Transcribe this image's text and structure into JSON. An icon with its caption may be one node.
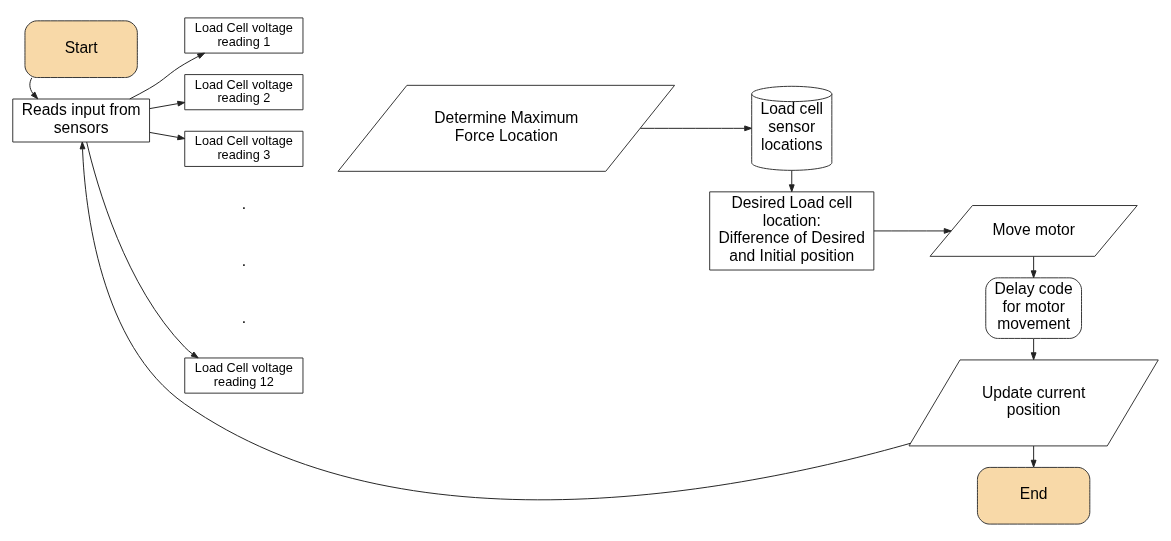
{
  "diagram": {
    "nodes": [
      {
        "text": [
          "Start"
        ]
      },
      {
        "text": [
          "End"
        ]
      },
      {
        "text": [
          "Reads input from sensors"
        ]
      },
      {
        "text": [
          "Load Cell voltage reading 1"
        ]
      },
      {
        "text": [
          "Load Cell voltage reading 2"
        ]
      },
      {
        "text": [
          "Load Cell voltage reading 3"
        ]
      },
      {
        "text": [
          "Load Cell voltage reading 12"
        ]
      },
      {
        "text": [
          "Determine Maximum Force Location"
        ]
      },
      {
        "text": [
          "Load cell sensor locations"
        ]
      },
      {
        "text": [
          "Desired Load cell location:",
          "Difference of Desired and Initial position"
        ]
      },
      {
        "text": [
          "Move motor"
        ]
      },
      {
        "text": [
          "Delay code for motor movement"
        ]
      },
      {
        "text": [
          "Update current position"
        ]
      }
    ],
    "edges": [
      {
        "from": 0,
        "to": 2,
        "arrow": "to"
      },
      {
        "from": 12,
        "to": 2,
        "arrow": "to"
      },
      {
        "from": 2,
        "to": 3,
        "arrow": "to"
      },
      {
        "from": 2,
        "to": 4,
        "arrow": "to"
      },
      {
        "from": 2,
        "to": 5,
        "arrow": "to"
      },
      {
        "from": 2,
        "to": 6,
        "arrow": "to"
      },
      {
        "from": 7,
        "to": 8,
        "arrow": "to"
      },
      {
        "from": 8,
        "to": 9,
        "arrow": "to"
      },
      {
        "from": 9,
        "to": 10,
        "arrow": "to"
      },
      {
        "from": 10,
        "to": 11,
        "arrow": "to"
      },
      {
        "from": 11,
        "to": 12,
        "arrow": "to"
      },
      {
        "from": 12,
        "to": 1,
        "arrow": "to"
      }
    ],
    "labels": [
      ".",
      ".",
      "."
    ]
  }
}
